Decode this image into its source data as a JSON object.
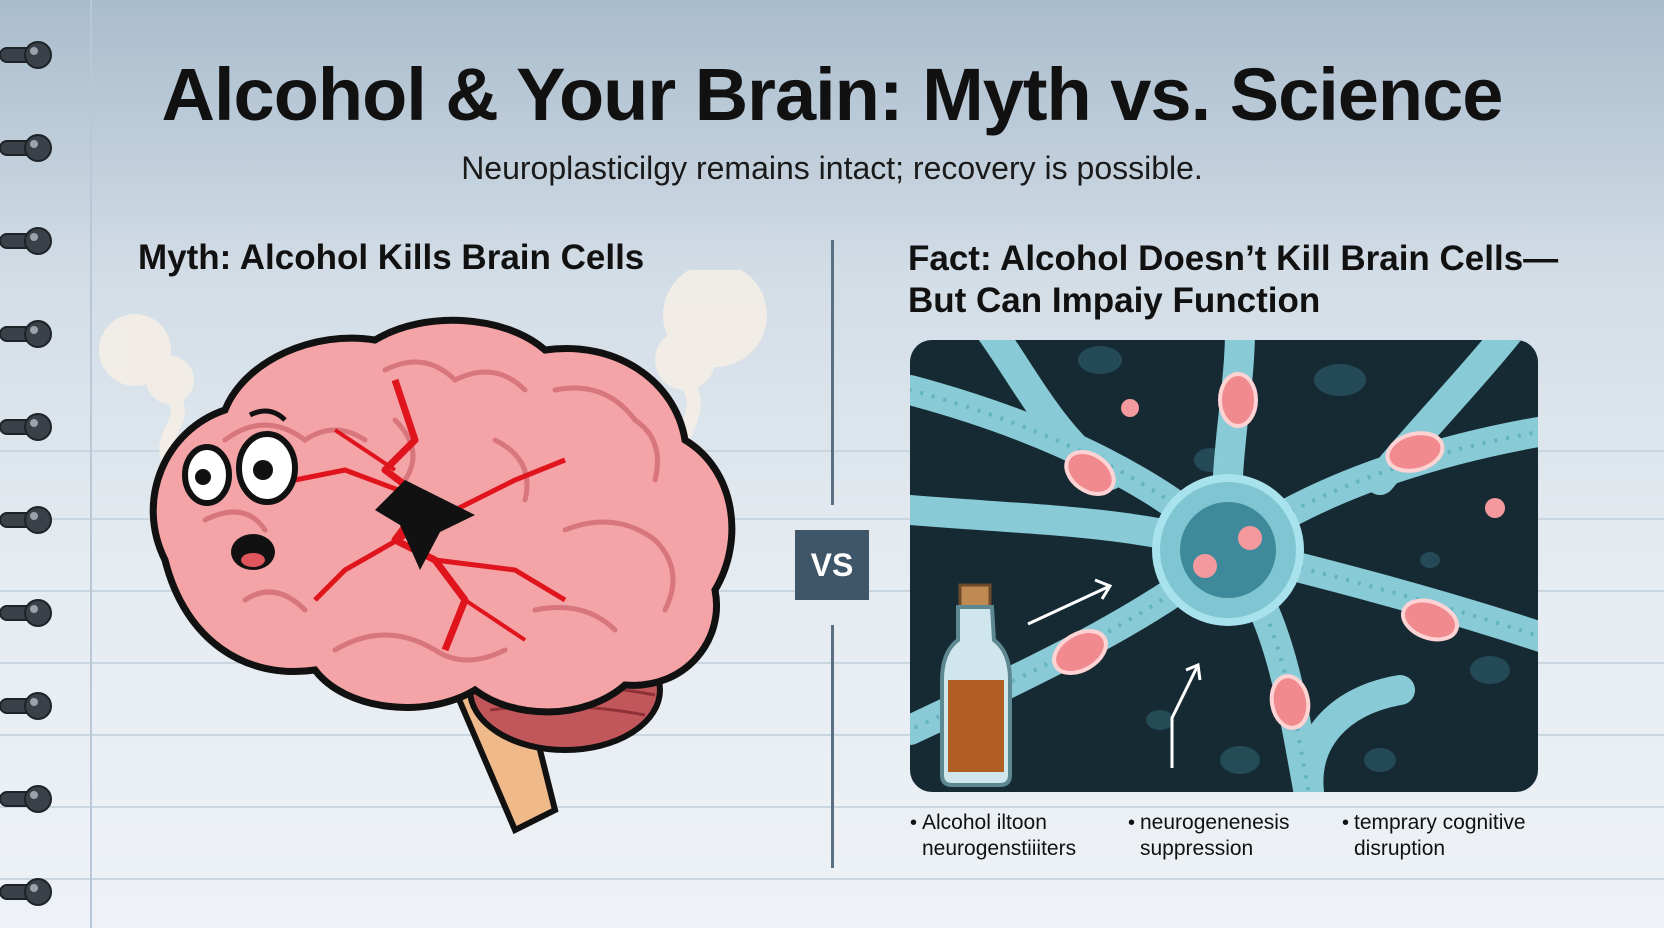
{
  "title": "Alcohol & Your Brain: Myth vs. Science",
  "subtitle": "Neuroplasticilgy remains intact; recovery is possible.",
  "myth": {
    "heading": "Myth: Alcohol Kills Brain Cells"
  },
  "fact": {
    "heading_line1": "Fact: Alcohol Doesn’t Kill Brain Cells—",
    "heading_line2": "But Can Impaiy Function"
  },
  "vs_label": "VS",
  "bullets": [
    {
      "line1": "Alcohol iltoon",
      "line2": "neurogenstiiiters"
    },
    {
      "line1": "neurogenenesis",
      "line2": "suppression"
    },
    {
      "line1": "temprary cognitive",
      "line2": "disruption"
    }
  ],
  "colors": {
    "brain_pink": "#f4a3a6",
    "crack_red": "#e0141c",
    "neuron_cyan": "#8fd3df",
    "panel_dark": "#162a33",
    "vs_badge": "#3f5568"
  }
}
